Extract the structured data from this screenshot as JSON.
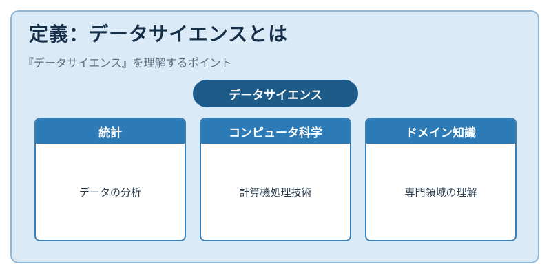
{
  "title": "定義：データサイエンスとは",
  "subtitle": "『データサイエンス』を理解するポイント",
  "center": {
    "label": "データサイエンス"
  },
  "pillars": [
    {
      "heading": "統計",
      "description": "データの分析"
    },
    {
      "heading": "コンピュータ科学",
      "description": "計算機処理技術"
    },
    {
      "heading": "ドメイン知識",
      "description": "専門領域の理解"
    }
  ],
  "colors": {
    "background": "#daeaf6",
    "border": "#8fb8d8",
    "title_text": "#17304a",
    "pill": "#1e5b88",
    "box_header": "#2d7bb6",
    "box_border": "#3e7fb3"
  }
}
